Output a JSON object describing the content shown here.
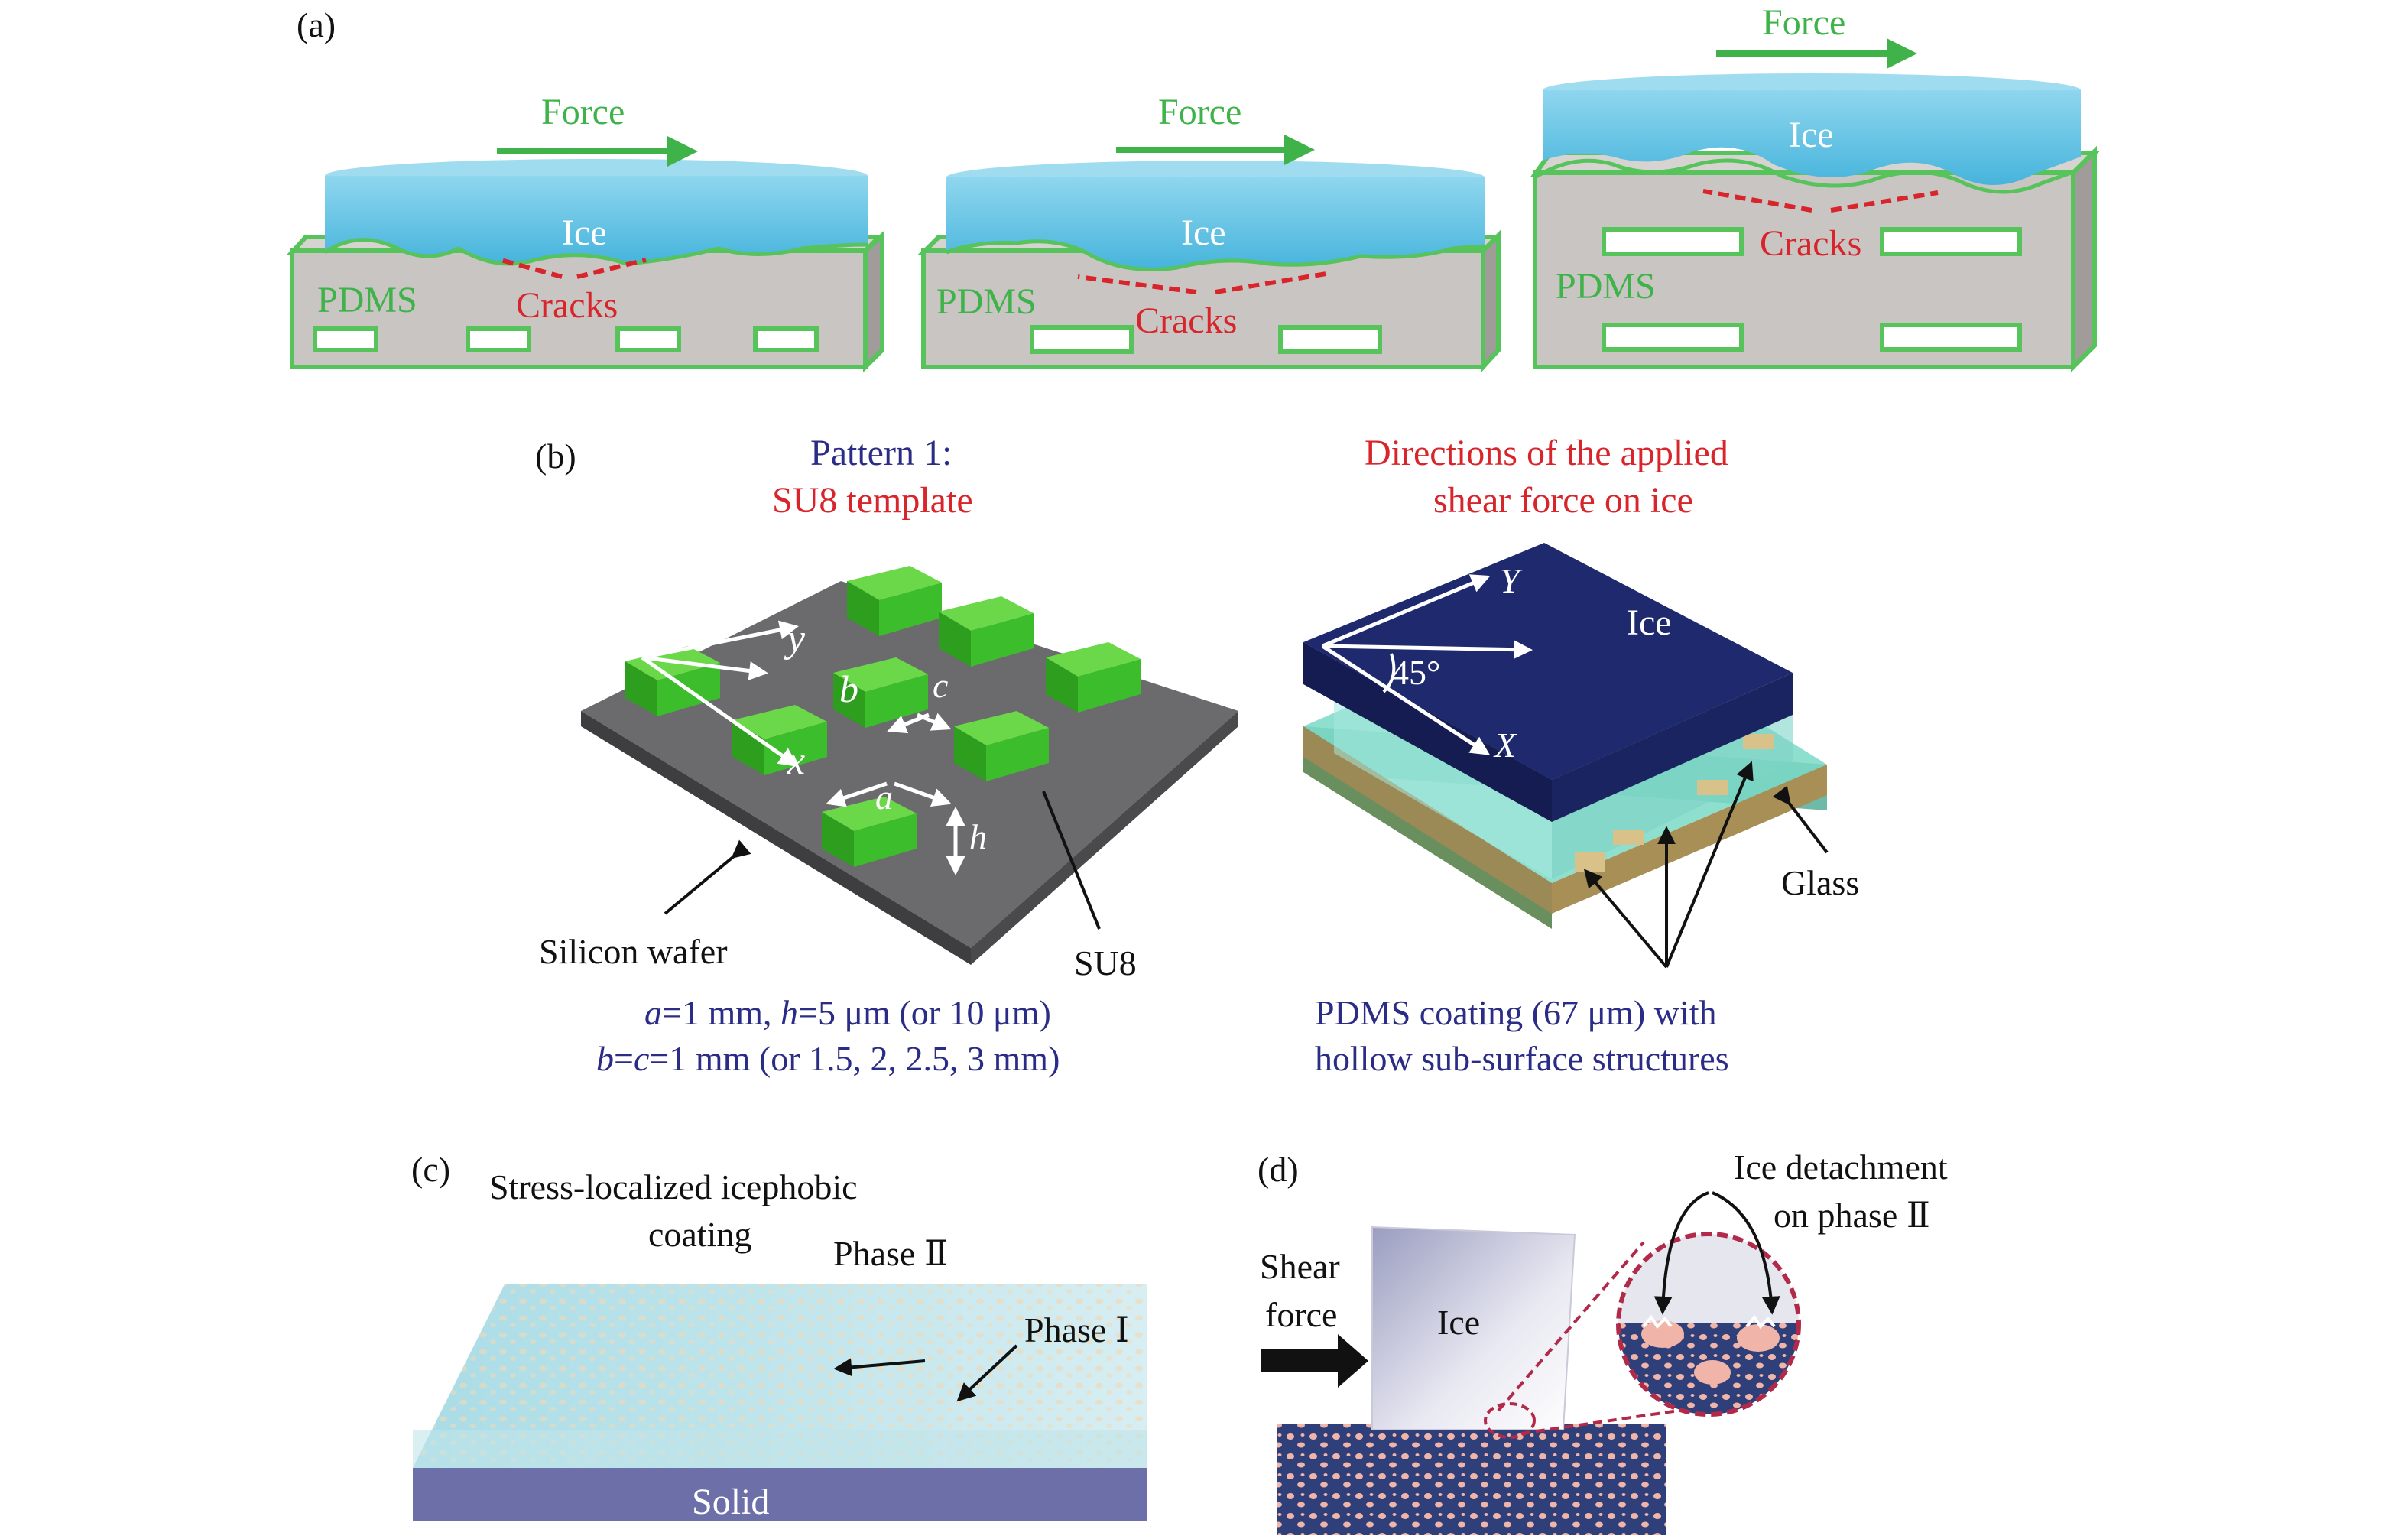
{
  "panel_a": {
    "label": "(a)",
    "force": "Force",
    "ice": "Ice",
    "pdms": "PDMS",
    "cracks": "Cracks"
  },
  "panel_b": {
    "label": "(b)",
    "pattern_title": "Pattern 1:",
    "pattern_sub": "SU8 template",
    "directions_line1": "Directions of the applied",
    "directions_line2": "shear force on ice",
    "y": "y",
    "x": "x",
    "b": "b",
    "c": "c",
    "a": "a",
    "h": "h",
    "silicon": "Silicon wafer",
    "su8": "SU8",
    "dim_line1_a": "a",
    "dim_line1_rest1": "=1 mm, ",
    "dim_line1_h": "h",
    "dim_line1_rest2": "=5 μm (or 10 μm)",
    "dim_line2_b": "b",
    "dim_line2_eq": "=",
    "dim_line2_c": "c",
    "dim_line2_rest": "=1 mm (or 1.5, 2, 2.5, 3 mm)",
    "ice": "Ice",
    "Y": "Y",
    "X": "X",
    "angle": "45°",
    "glass": "Glass",
    "pdms_line1": "PDMS coating (67 μm) with",
    "pdms_line2": "hollow sub-surface structures"
  },
  "panel_c": {
    "label": "(c)",
    "title1": "Stress-localized icephobic",
    "title2": "coating",
    "phase2": "Phase Ⅱ",
    "phase1": "Phase Ⅰ",
    "solid": "Solid"
  },
  "panel_d": {
    "label": "(d)",
    "shear1": "Shear",
    "shear2": "force",
    "ice": "Ice",
    "detach1": "Ice detachment",
    "detach2": "on phase Ⅱ"
  },
  "colors": {
    "ice_blue": "#5bc3e3",
    "pdms_grey": "#c9c5c3",
    "pdms_edge": "#56c35b",
    "force_green": "#3fb34a",
    "crack_red": "#d8252b",
    "navy_text": "#2b2c86",
    "su8_green": "#3cbd2c",
    "wafer_grey": "#5a5a5c",
    "navy_ice": "#1f2a6e"
  }
}
